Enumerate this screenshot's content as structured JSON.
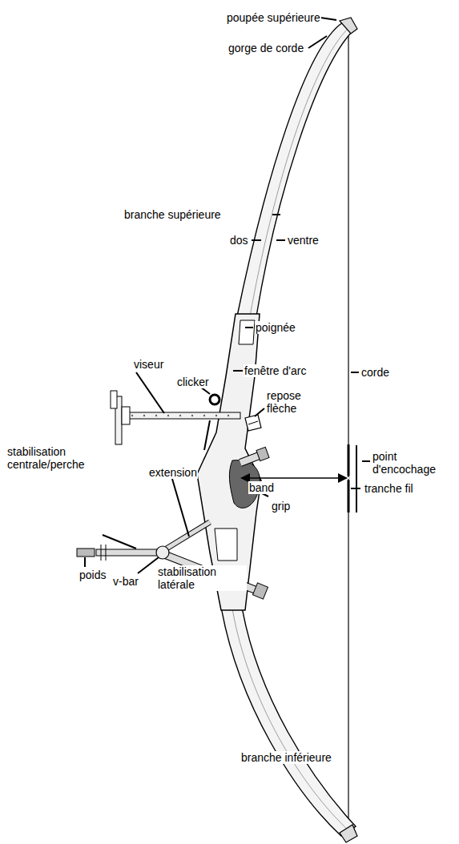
{
  "diagram": {
    "labels": [
      "poupée supérieure",
      "gorge de corde",
      "branche supérieure",
      "dos",
      "ventre",
      "poignée",
      "viseur",
      "clicker",
      "fenêtre d'arc",
      "corde",
      "repose flèche",
      "point d'encochage",
      "stabilisation centrale/perche",
      "extension",
      "band",
      "grip",
      "poids",
      "v-bar",
      "tranche fil",
      "stabilisation latérale",
      "branche inférieure"
    ]
  }
}
